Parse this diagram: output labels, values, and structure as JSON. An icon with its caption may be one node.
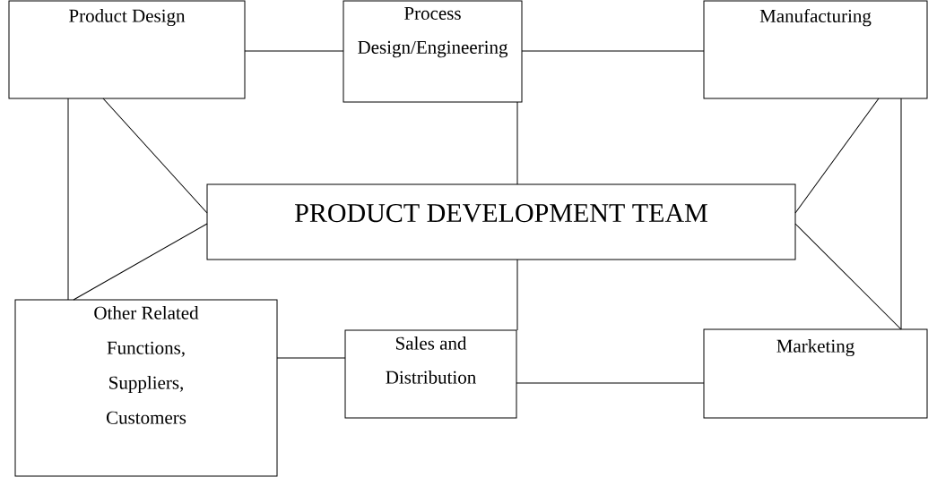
{
  "diagram": {
    "nodes": [
      {
        "text": [
          "Product Design"
        ]
      },
      {
        "text": [
          "Process Design/Engineering"
        ]
      },
      {
        "text": [
          "Manufacturing"
        ]
      },
      {
        "text": [
          "PRODUCT DEVELOPMENT TEAM"
        ]
      },
      {
        "text": [
          "Other Related Functions, Suppliers, Customers"
        ]
      },
      {
        "text": [
          "Sales and Distribution"
        ]
      },
      {
        "text": [
          "Marketing"
        ]
      }
    ],
    "edges": [
      {
        "from": 0,
        "to": 1,
        "arrow": "none"
      },
      {
        "from": 1,
        "to": 2,
        "arrow": "none"
      },
      {
        "from": 0,
        "to": 3,
        "arrow": "none"
      },
      {
        "from": 0,
        "to": 4,
        "arrow": "none"
      },
      {
        "from": 1,
        "to": 3,
        "arrow": "none"
      },
      {
        "from": 2,
        "to": 3,
        "arrow": "none"
      },
      {
        "from": 2,
        "to": 6,
        "arrow": "none"
      },
      {
        "from": 3,
        "to": 6,
        "arrow": "none"
      },
      {
        "from": 4,
        "to": 3,
        "arrow": "none"
      },
      {
        "from": 3,
        "to": 5,
        "arrow": "none"
      },
      {
        "from": 4,
        "to": 5,
        "arrow": "none"
      },
      {
        "from": 5,
        "to": 6,
        "arrow": "none"
      }
    ]
  }
}
